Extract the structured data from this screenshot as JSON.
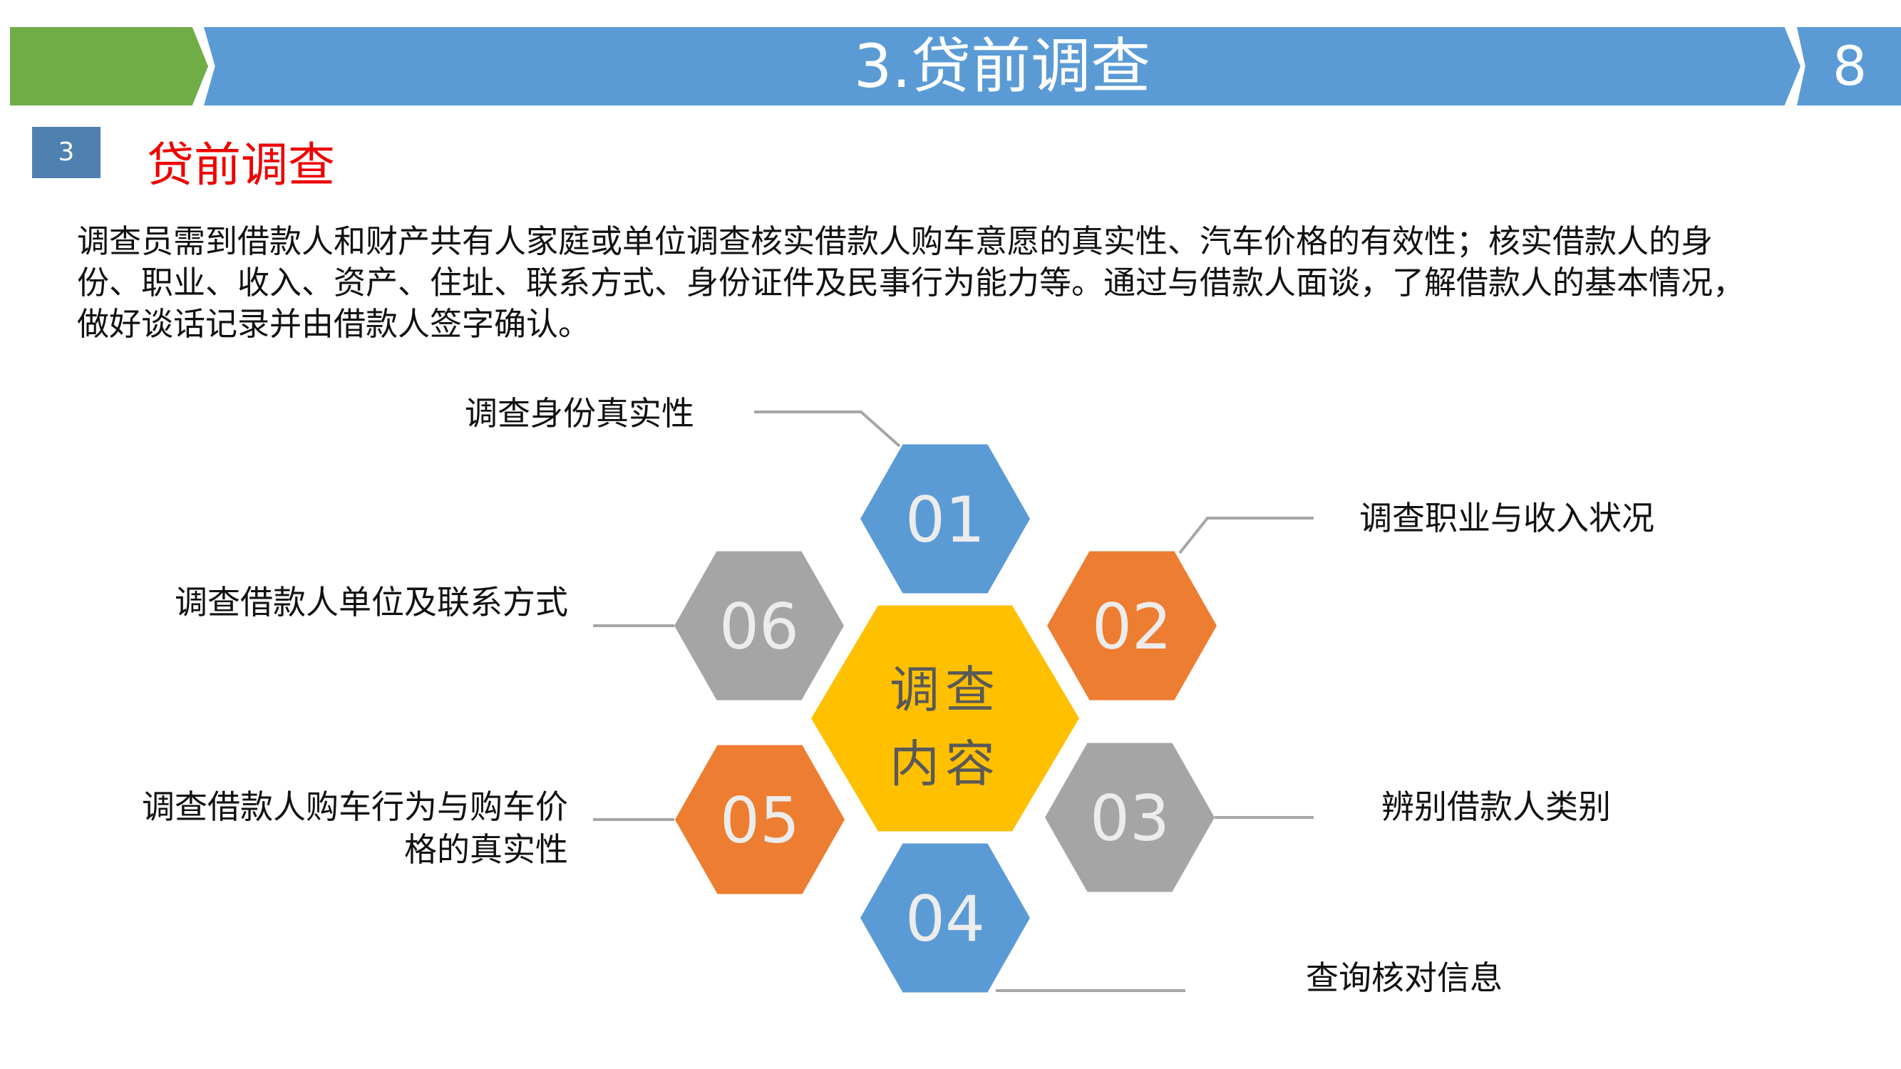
{
  "header": {
    "title": "3.贷前调查",
    "page_number": "8"
  },
  "section": {
    "number": "3",
    "title": "贷前调查"
  },
  "paragraph": "调查员需到借款人和财产共有人家庭或单位调查核实借款人购车意愿的真实性、汽车价格的有效性；核实借款人的身份、职业、收入、资产、住址、联系方式、身份证件及民事行为能力等。通过与借款人面谈，了解借款人的基本情况，做好谈话记录并由借款人签字确认。",
  "diagram": {
    "center": {
      "line1": "调查",
      "line2": "内容"
    },
    "items": [
      {
        "num": "01",
        "label": "调查身份真实性"
      },
      {
        "num": "02",
        "label": "调查职业与收入状况"
      },
      {
        "num": "03",
        "label": "辨别借款人类别"
      },
      {
        "num": "04",
        "label": "查询核对信息"
      },
      {
        "num": "05",
        "label_line1": "调查借款人购车行为与购车价",
        "label_line2": "格的真实性"
      },
      {
        "num": "06",
        "label": "调查借款人单位及联系方式"
      }
    ],
    "colors": {
      "blue": "#5b9bd5",
      "orange": "#ed7d31",
      "gray": "#a5a5a5",
      "gold": "#ffc000"
    }
  }
}
